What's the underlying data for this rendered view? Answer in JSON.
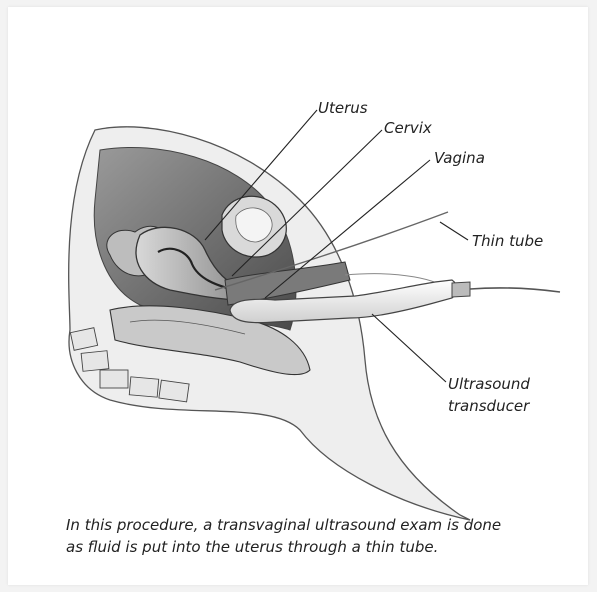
{
  "labels": {
    "uterus": "Uterus",
    "cervix": "Cervix",
    "vagina": "Vagina",
    "thin_tube": "Thin tube",
    "transducer_line1": "Ultrasound",
    "transducer_line2": "transducer"
  },
  "caption": {
    "line1": "In this procedure, a transvaginal ultrasound exam is done",
    "line2": "as fluid is put into the uterus through a thin tube."
  }
}
